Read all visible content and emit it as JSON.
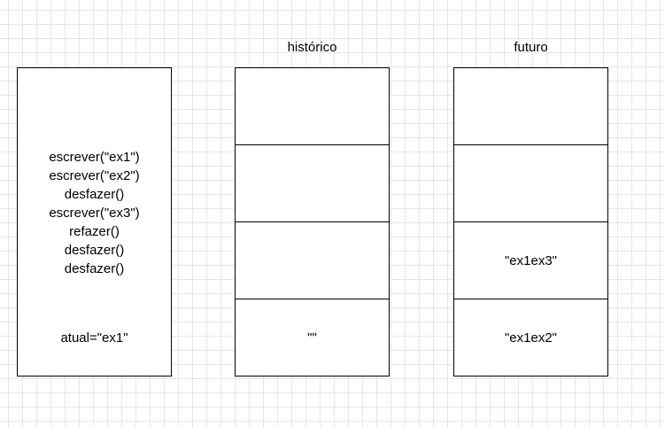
{
  "operations_box": {
    "lines": [
      "escrever(\"ex1\")",
      "escrever(\"ex2\")",
      "desfazer()",
      "escrever(\"ex3\")",
      "refazer()",
      "desfazer()",
      "desfazer()"
    ],
    "current": "atual=\"ex1\""
  },
  "historico": {
    "title": "histórico",
    "cells": [
      "",
      "",
      "",
      "\"\""
    ]
  },
  "futuro": {
    "title": "futuro",
    "cells": [
      "",
      "",
      "\"ex1ex3\"",
      "\"ex1ex2\""
    ]
  },
  "colors": {
    "stroke": "#000000",
    "fill": "#ffffff",
    "grid": "#e6e6e6"
  }
}
